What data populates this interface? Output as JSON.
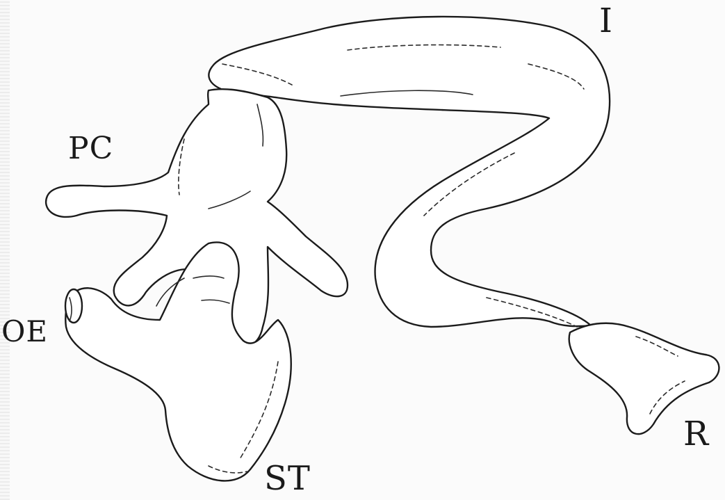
{
  "labels": {
    "intestine": "I",
    "pyloric_caeca": "PC",
    "oesophagus": "OE",
    "stomach": "ST",
    "rectum": "R"
  }
}
